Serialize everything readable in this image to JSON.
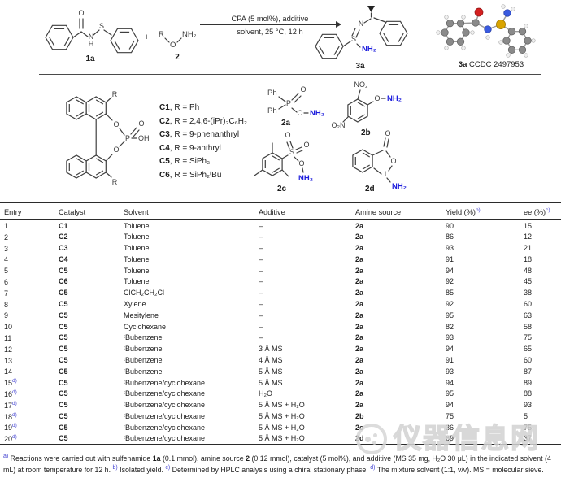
{
  "scheme": {
    "reactant": {
      "o": "O",
      "n": "N",
      "h": "H",
      "s": "S",
      "label": "1a"
    },
    "plus": "+",
    "amine": {
      "r": "R",
      "o": "O",
      "nh2": "NH₂",
      "label": "2"
    },
    "arrow": {
      "top": "CPA (5 mol%), additive",
      "bottom": "solvent, 25 °C, 12 h"
    },
    "product": {
      "n": "N",
      "s": "S",
      "nh2": "NH₂",
      "label": "3a"
    },
    "xray_caption": {
      "bold": "3a",
      "text": " CCDC 2497953"
    }
  },
  "catalyst_panel": {
    "structure": {
      "r_top": "R",
      "r_bottom": "R",
      "o_top": "O",
      "o_bottom": "O",
      "p": "P",
      "o_dbl": "O",
      "oh": "OH"
    },
    "list": [
      {
        "name": "C1",
        "rest": ", R = Ph"
      },
      {
        "name": "C2",
        "rest": ", R = 2,4,6-(iPr)₃C₆H₂"
      },
      {
        "name": "C3",
        "rest": ", R = 9-phenanthryl"
      },
      {
        "name": "C4",
        "rest": ", R = 9-anthryl"
      },
      {
        "name": "C5",
        "rest": ", R = SiPh₃"
      },
      {
        "name": "C6",
        "rest": ", R = SiPh₂ᵗBu"
      }
    ]
  },
  "amine_sources": {
    "a2a": {
      "ph1": "Ph",
      "ph2": "Ph",
      "p": "P",
      "o_dbl": "O",
      "o": "O",
      "nh2": "NH₂",
      "label": "2a"
    },
    "a2b": {
      "no2": "NO₂",
      "o2n": "O₂N",
      "o": "O",
      "nh2": "NH₂",
      "label": "2b"
    },
    "a2c": {
      "s": "S",
      "o1": "O",
      "o2": "O",
      "o3": "O",
      "nh2": "NH₂",
      "label": "2c"
    },
    "a2d": {
      "o_dbl": "O",
      "o": "O",
      "i": "I",
      "nh2": "NH₂",
      "label": "2d"
    }
  },
  "table": {
    "headers": {
      "entry": "Entry",
      "catalyst": "Catalyst",
      "solvent": "Solvent",
      "additive": "Additive",
      "amine": "Amine source",
      "yield": "Yield (%)",
      "yield_sup": "b)",
      "ee": "ee (%)",
      "ee_sup": "c)"
    },
    "rows": [
      {
        "entry": "1",
        "sup": "",
        "catalyst": "C1",
        "solvent": "Toluene",
        "additive": "–",
        "amine": "2a",
        "yield": "90",
        "ee": "15"
      },
      {
        "entry": "2",
        "sup": "",
        "catalyst": "C2",
        "solvent": "Toluene",
        "additive": "–",
        "amine": "2a",
        "yield": "86",
        "ee": "12"
      },
      {
        "entry": "3",
        "sup": "",
        "catalyst": "C3",
        "solvent": "Toluene",
        "additive": "–",
        "amine": "2a",
        "yield": "93",
        "ee": "21"
      },
      {
        "entry": "4",
        "sup": "",
        "catalyst": "C4",
        "solvent": "Toluene",
        "additive": "–",
        "amine": "2a",
        "yield": "91",
        "ee": "18"
      },
      {
        "entry": "5",
        "sup": "",
        "catalyst": "C5",
        "solvent": "Toluene",
        "additive": "–",
        "amine": "2a",
        "yield": "94",
        "ee": "48"
      },
      {
        "entry": "6",
        "sup": "",
        "catalyst": "C6",
        "solvent": "Toluene",
        "additive": "–",
        "amine": "2a",
        "yield": "92",
        "ee": "45"
      },
      {
        "entry": "7",
        "sup": "",
        "catalyst": "C5",
        "solvent": "ClCH₂CH₂Cl",
        "additive": "–",
        "amine": "2a",
        "yield": "85",
        "ee": "38"
      },
      {
        "entry": "8",
        "sup": "",
        "catalyst": "C5",
        "solvent": "Xylene",
        "additive": "–",
        "amine": "2a",
        "yield": "92",
        "ee": "60"
      },
      {
        "entry": "9",
        "sup": "",
        "catalyst": "C5",
        "solvent": "Mesitylene",
        "additive": "–",
        "amine": "2a",
        "yield": "95",
        "ee": "63"
      },
      {
        "entry": "10",
        "sup": "",
        "catalyst": "C5",
        "solvent": "Cyclohexane",
        "additive": "–",
        "amine": "2a",
        "yield": "82",
        "ee": "58"
      },
      {
        "entry": "11",
        "sup": "",
        "catalyst": "C5",
        "solvent": "ᵗBubenzene",
        "additive": "–",
        "amine": "2a",
        "yield": "93",
        "ee": "75"
      },
      {
        "entry": "12",
        "sup": "",
        "catalyst": "C5",
        "solvent": "ᵗBubenzene",
        "additive": "3 Å MS",
        "amine": "2a",
        "yield": "94",
        "ee": "65"
      },
      {
        "entry": "13",
        "sup": "",
        "catalyst": "C5",
        "solvent": "ᵗBubenzene",
        "additive": "4 Å MS",
        "amine": "2a",
        "yield": "91",
        "ee": "60"
      },
      {
        "entry": "14",
        "sup": "",
        "catalyst": "C5",
        "solvent": "ᵗBubenzene",
        "additive": "5 Å MS",
        "amine": "2a",
        "yield": "93",
        "ee": "87"
      },
      {
        "entry": "15",
        "sup": "d)",
        "catalyst": "C5",
        "solvent": "ᵗBubenzene/cyclohexane",
        "additive": "5 Å MS",
        "amine": "2a",
        "yield": "94",
        "ee": "89"
      },
      {
        "entry": "16",
        "sup": "d)",
        "catalyst": "C5",
        "solvent": "ᵗBubenzene/cyclohexane",
        "additive": "H₂O",
        "amine": "2a",
        "yield": "95",
        "ee": "88"
      },
      {
        "entry": "17",
        "sup": "d)",
        "catalyst": "C5",
        "solvent": "ᵗBubenzene/cyclohexane",
        "additive": "5 Å MS + H₂O",
        "amine": "2a",
        "yield": "94",
        "ee": "93"
      },
      {
        "entry": "18",
        "sup": "d)",
        "catalyst": "C5",
        "solvent": "ᵗBubenzene/cyclohexane",
        "additive": "5 Å MS + H₂O",
        "amine": "2b",
        "yield": "75",
        "ee": "5"
      },
      {
        "entry": "19",
        "sup": "d)",
        "catalyst": "C5",
        "solvent": "ᵗBubenzene/cyclohexane",
        "additive": "5 Å MS + H₂O",
        "amine": "2c",
        "yield": "36",
        "ee": "75"
      },
      {
        "entry": "20",
        "sup": "d)",
        "catalyst": "C5",
        "solvent": "ᵗBubenzene/cyclohexane",
        "additive": "5 Å MS + H₂O",
        "amine": "2d",
        "yield": "69",
        "ee": "37"
      }
    ]
  },
  "footnotes": {
    "segments": [
      {
        "k": "sup",
        "v": "a)"
      },
      {
        "k": "t",
        "v": " Reactions were carried out with sulfenamide "
      },
      {
        "k": "b",
        "v": "1a"
      },
      {
        "k": "t",
        "v": " (0.1 mmol), amine source "
      },
      {
        "k": "b",
        "v": "2"
      },
      {
        "k": "t",
        "v": " (0.12 mmol), catalyst (5 mol%), and additive (MS 35 mg, H₂O 30 μL) in the indicated solvent (4 mL) at room temperature for 12 h. "
      },
      {
        "k": "sup",
        "v": "b)"
      },
      {
        "k": "t",
        "v": " Isolated yield. "
      },
      {
        "k": "sup",
        "v": "c)"
      },
      {
        "k": "t",
        "v": " Determined by HPLC analysis using a chiral stationary phase. "
      },
      {
        "k": "sup",
        "v": "d)"
      },
      {
        "k": "t",
        "v": " The mixture solvent (1:1, v/v). MS = molecular sieve."
      }
    ]
  },
  "watermark": {
    "text": "仪器信息网"
  },
  "colors": {
    "structure_blue": "#1d1ddd",
    "footnote_blue": "#4747d2",
    "xray_o": "#d42020",
    "xray_n": "#3a5be0",
    "xray_s": "#d9a400",
    "xray_c": "#8a8a8a"
  }
}
